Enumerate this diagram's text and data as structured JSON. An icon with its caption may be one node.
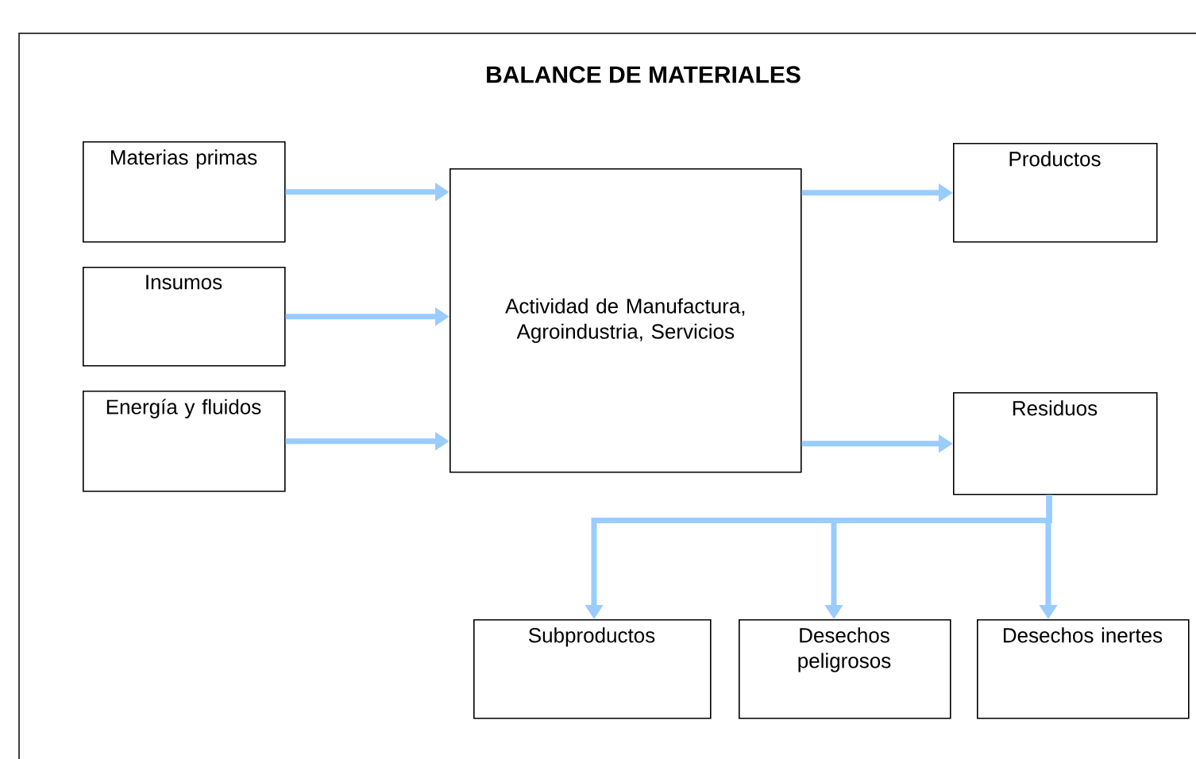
{
  "diagram": {
    "title": "BALANCE DE MATERIALES",
    "nodes": [
      {
        "text": [
          "Materias primas"
        ]
      },
      {
        "text": [
          "Insumos"
        ]
      },
      {
        "text": [
          "Energía y fluidos"
        ]
      },
      {
        "text": [
          "Actividad de Manufactura, Agroindustria, Servicios"
        ]
      },
      {
        "text": [
          "Productos"
        ]
      },
      {
        "text": [
          "Residuos"
        ]
      },
      {
        "text": [
          "Subproductos"
        ]
      },
      {
        "text": [
          "Desechos peligrosos"
        ]
      },
      {
        "text": [
          "Desechos inertes"
        ]
      }
    ],
    "edges": [
      {
        "from": 0,
        "to": 3,
        "arrow": "to"
      },
      {
        "from": 1,
        "to": 3,
        "arrow": "to"
      },
      {
        "from": 2,
        "to": 3,
        "arrow": "to"
      },
      {
        "from": 3,
        "to": 4,
        "arrow": "to"
      },
      {
        "from": 3,
        "to": 5,
        "arrow": "to"
      },
      {
        "from": 5,
        "to": 6,
        "arrow": "to"
      },
      {
        "from": 5,
        "to": 7,
        "arrow": "to"
      },
      {
        "from": 5,
        "to": 8,
        "arrow": "to"
      }
    ]
  }
}
